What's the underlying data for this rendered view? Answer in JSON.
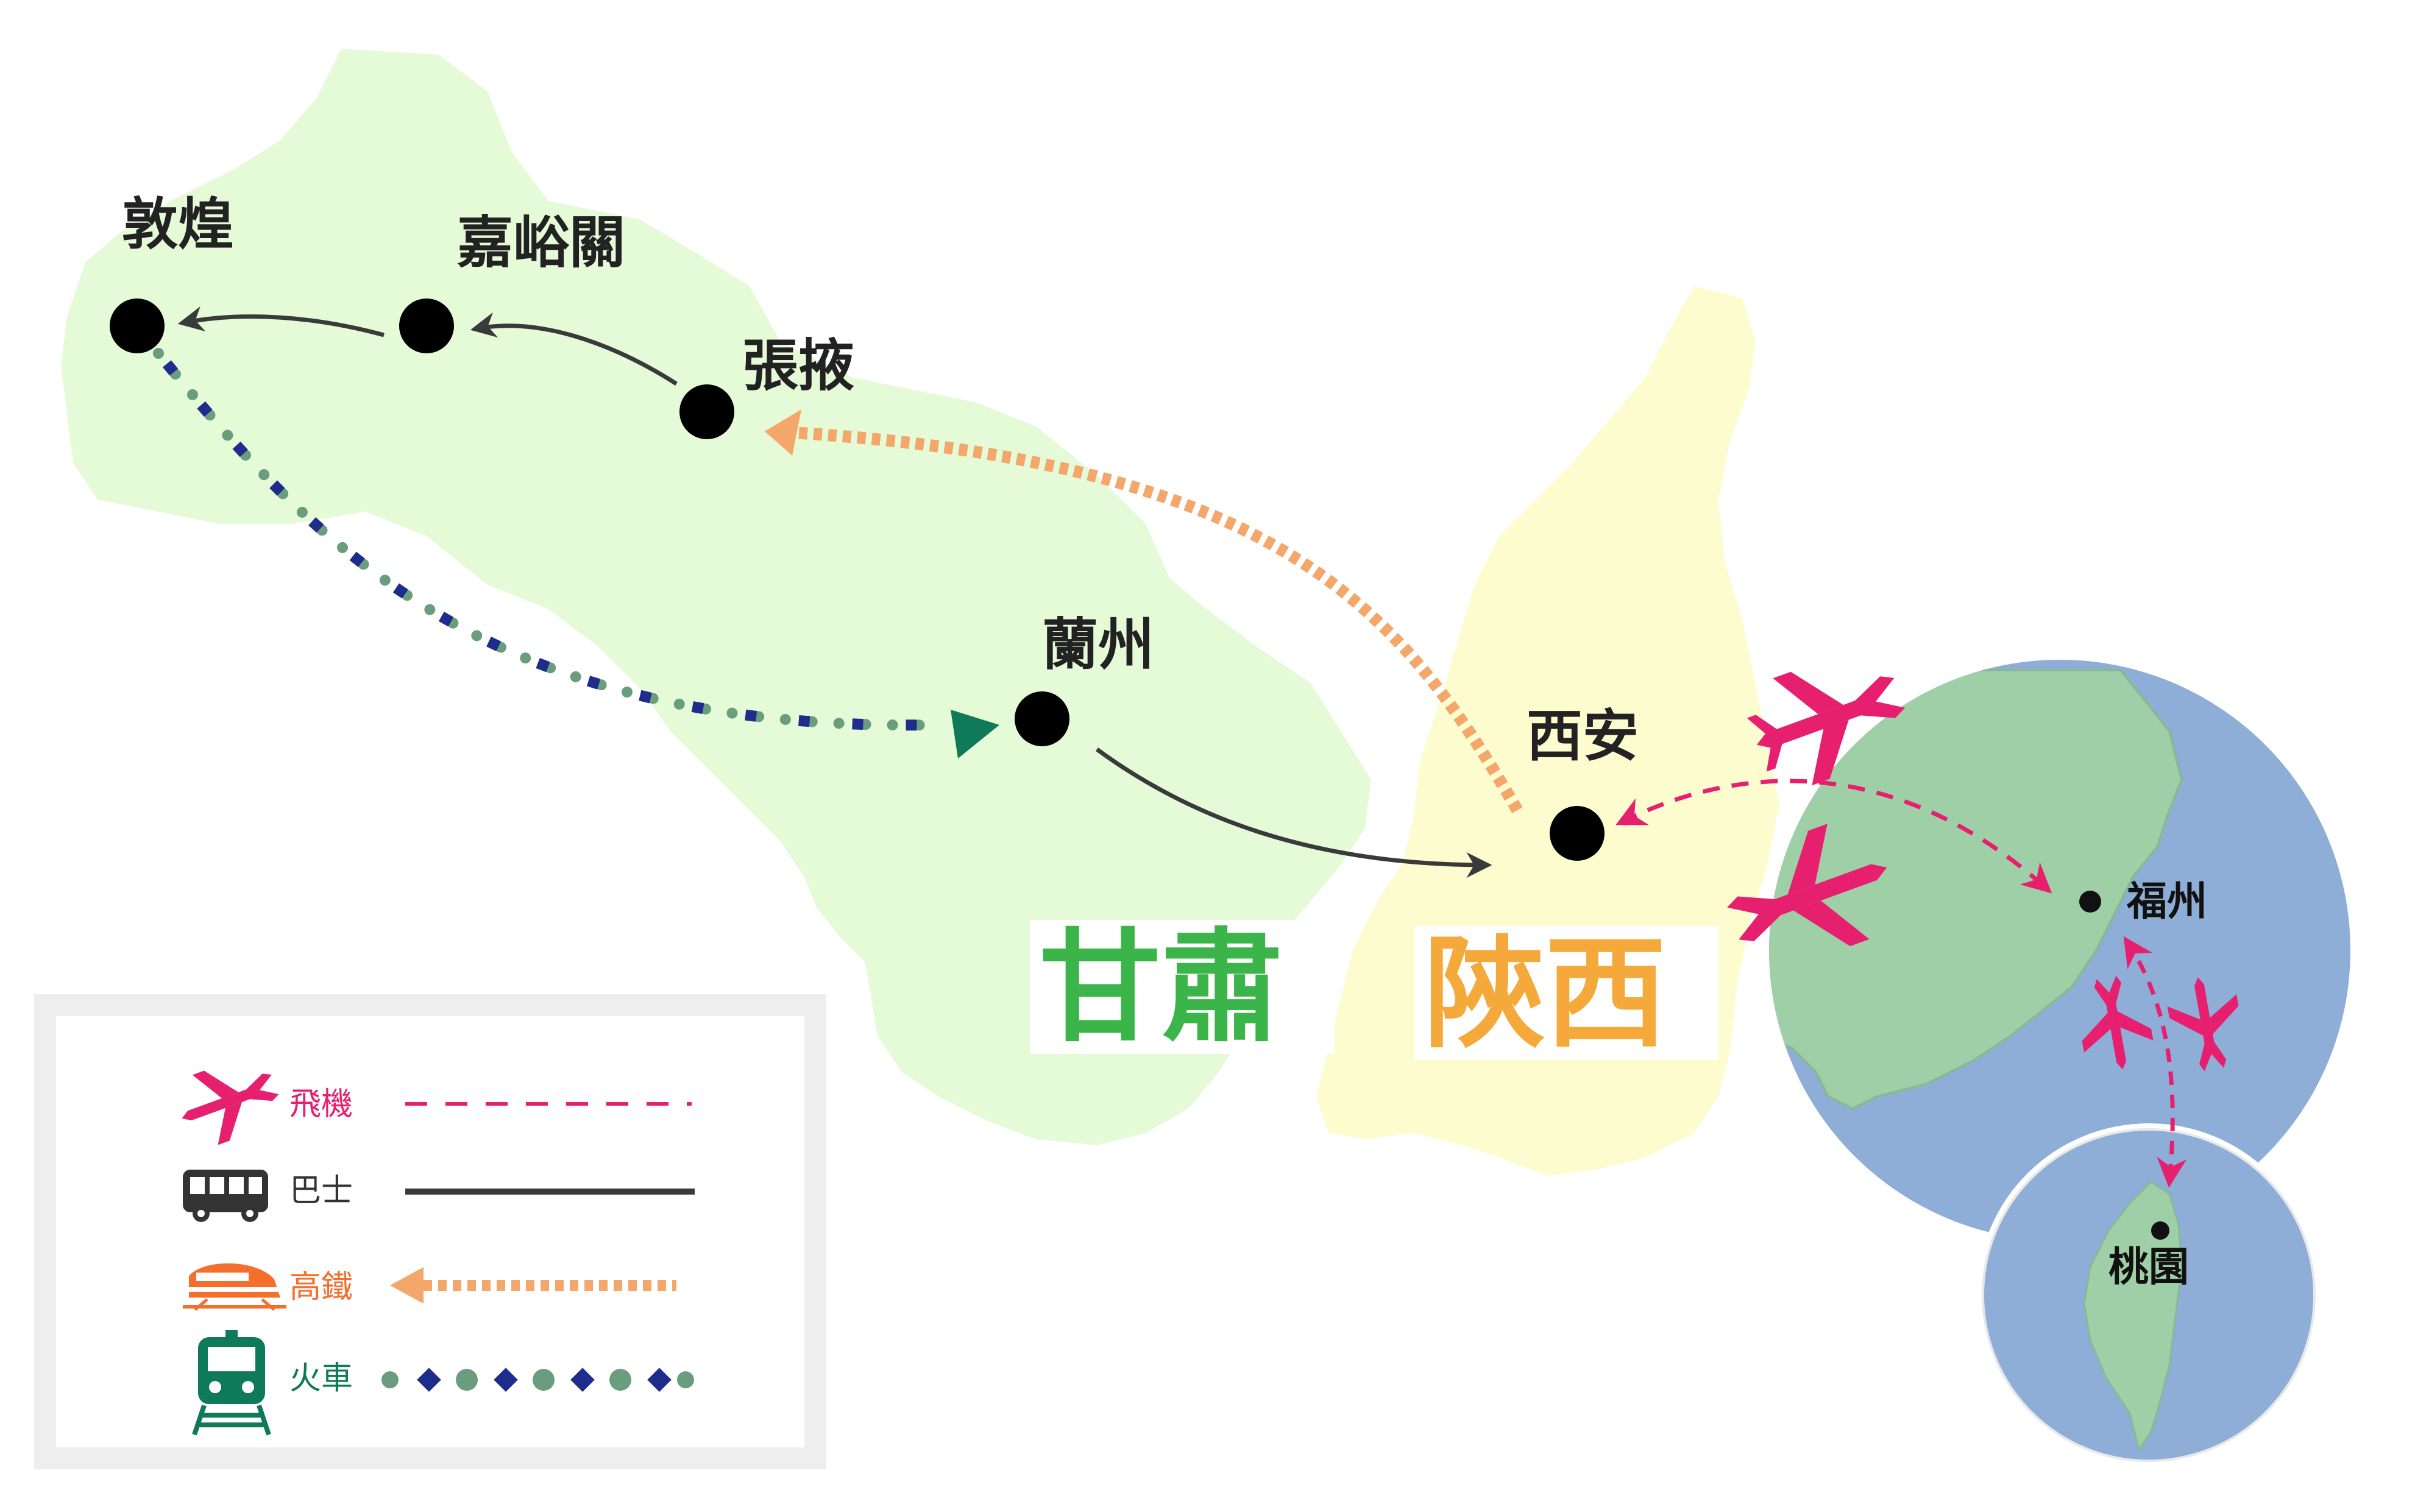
{
  "cities": {
    "dunhuang": "敦煌",
    "jiayuguan": "嘉峪關",
    "zhangye": "張掖",
    "lanzhou": "蘭州",
    "xian": "西安",
    "fuzhou": "福州",
    "taoyuan": "桃園"
  },
  "regions": {
    "gansu": "甘肅",
    "shaanxi": "陝西"
  },
  "legend": {
    "plane": "飛機",
    "bus": "巴士",
    "hsr": "高鐵",
    "train": "火車"
  },
  "colors": {
    "gansu_fill": "#e5fad7",
    "shaanxi_fill": "#fdfccf",
    "gansu_text": "#3bb54a",
    "shaanxi_text": "#f5a93a",
    "plane": "#e6206e",
    "bus": "#3a3a3a",
    "hsr": "#f3a76a",
    "train_blue": "#1e2d8c",
    "train_green": "#6a9d7e",
    "train_icon": "#0f7a57",
    "sea": "#8eaed8",
    "land_inset": "#9fcfa7"
  },
  "icons": [
    "plane-icon",
    "bus-icon",
    "hsr-icon",
    "train-icon",
    "city-dot-icon"
  ]
}
